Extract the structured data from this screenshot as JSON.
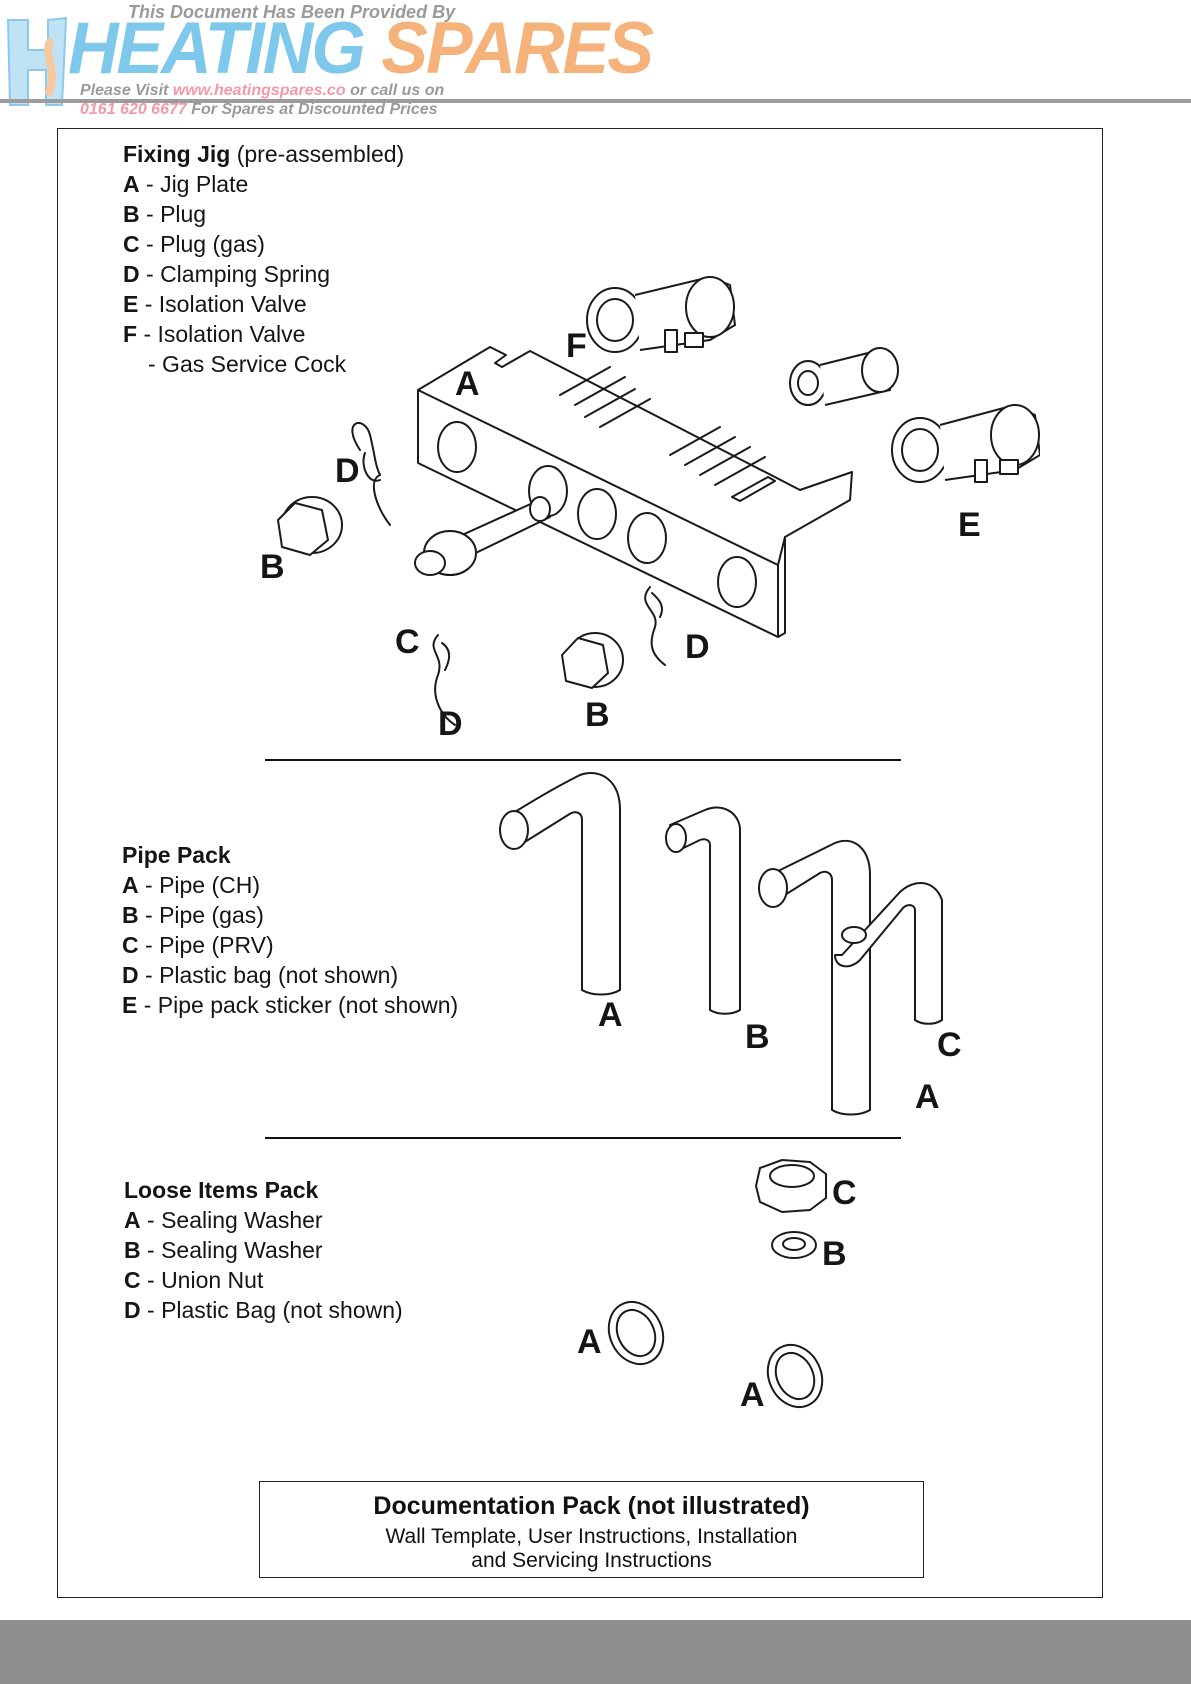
{
  "watermark": {
    "top_line": "This Document Has Been Provided By",
    "brand_part1": "HEATING",
    "brand_part2": "SPARES",
    "line1_prefix": "Please Visit",
    "line1_url": "www.heatingspares.co",
    "line1_suffix": "or call us on",
    "line2_phone": "0161 620 6677",
    "line2_suffix": "For Spares at Discounted Prices",
    "colors": {
      "blue": "#7ec8ec",
      "orange": "#f5b27a",
      "pink": "#f29aa6",
      "grey": "#9a9a9a"
    }
  },
  "fixing_jig": {
    "title": "Fixing Jig",
    "title_suffix": "(pre-assembled)",
    "items": [
      {
        "letter": "A",
        "text": "- Jig Plate"
      },
      {
        "letter": "B",
        "text": "- Plug"
      },
      {
        "letter": "C",
        "text": "- Plug (gas)"
      },
      {
        "letter": "D",
        "text": "- Clamping Spring"
      },
      {
        "letter": "E",
        "text": "- Isolation Valve"
      },
      {
        "letter": "F",
        "text": "- Isolation Valve"
      },
      {
        "letter": "",
        "text": "- Gas Service Cock"
      }
    ],
    "callouts": {
      "A": "A",
      "B1": "B",
      "B2": "B",
      "C": "C",
      "D1": "D",
      "D2": "D",
      "D3": "D",
      "E": "E",
      "F": "F"
    }
  },
  "pipe_pack": {
    "title": "Pipe Pack",
    "items": [
      {
        "letter": "A",
        "text": "- Pipe (CH)"
      },
      {
        "letter": "B",
        "text": "- Pipe (gas)"
      },
      {
        "letter": "C",
        "text": "- Pipe (PRV)"
      },
      {
        "letter": "D",
        "text": "- Plastic bag (not shown)"
      },
      {
        "letter": "E",
        "text": " - Pipe pack sticker (not shown)"
      }
    ],
    "callouts": {
      "A1": "A",
      "B": "B",
      "C": "C",
      "A2": "A"
    }
  },
  "loose_items": {
    "title": "Loose Items Pack",
    "items": [
      {
        "letter": "A",
        "text": "- Sealing Washer"
      },
      {
        "letter": "B",
        "text": "- Sealing Washer"
      },
      {
        "letter": "C",
        "text": " - Union Nut"
      },
      {
        "letter": "D",
        "text": "- Plastic Bag (not shown)"
      }
    ],
    "callouts": {
      "C": "C",
      "B": "B",
      "A1": "A",
      "A2": "A"
    }
  },
  "documentation": {
    "heading": "Documentation Pack (not illustrated)",
    "line1": "Wall Template, User Instructions, Installation",
    "line2": "and Servicing Instructions"
  }
}
